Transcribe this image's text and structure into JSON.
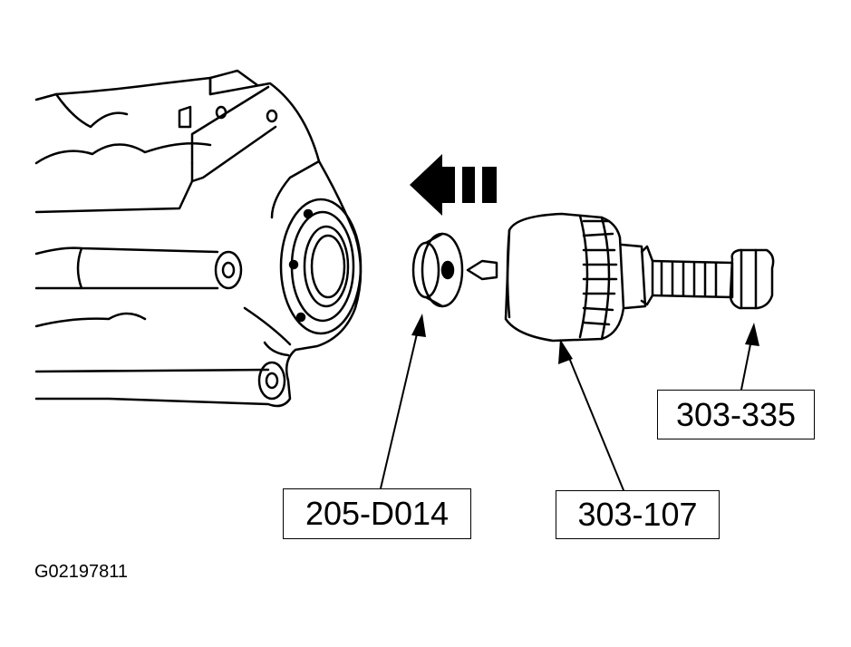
{
  "figure_id": "G02197811",
  "callouts": {
    "tool_remover": "205-D014",
    "tool_handle": "303-107",
    "tool_bolt": "303-335"
  },
  "colors": {
    "ink": "#000000",
    "paper": "#ffffff"
  },
  "icons": {
    "direction": "installation-direction-arrow-icon"
  }
}
